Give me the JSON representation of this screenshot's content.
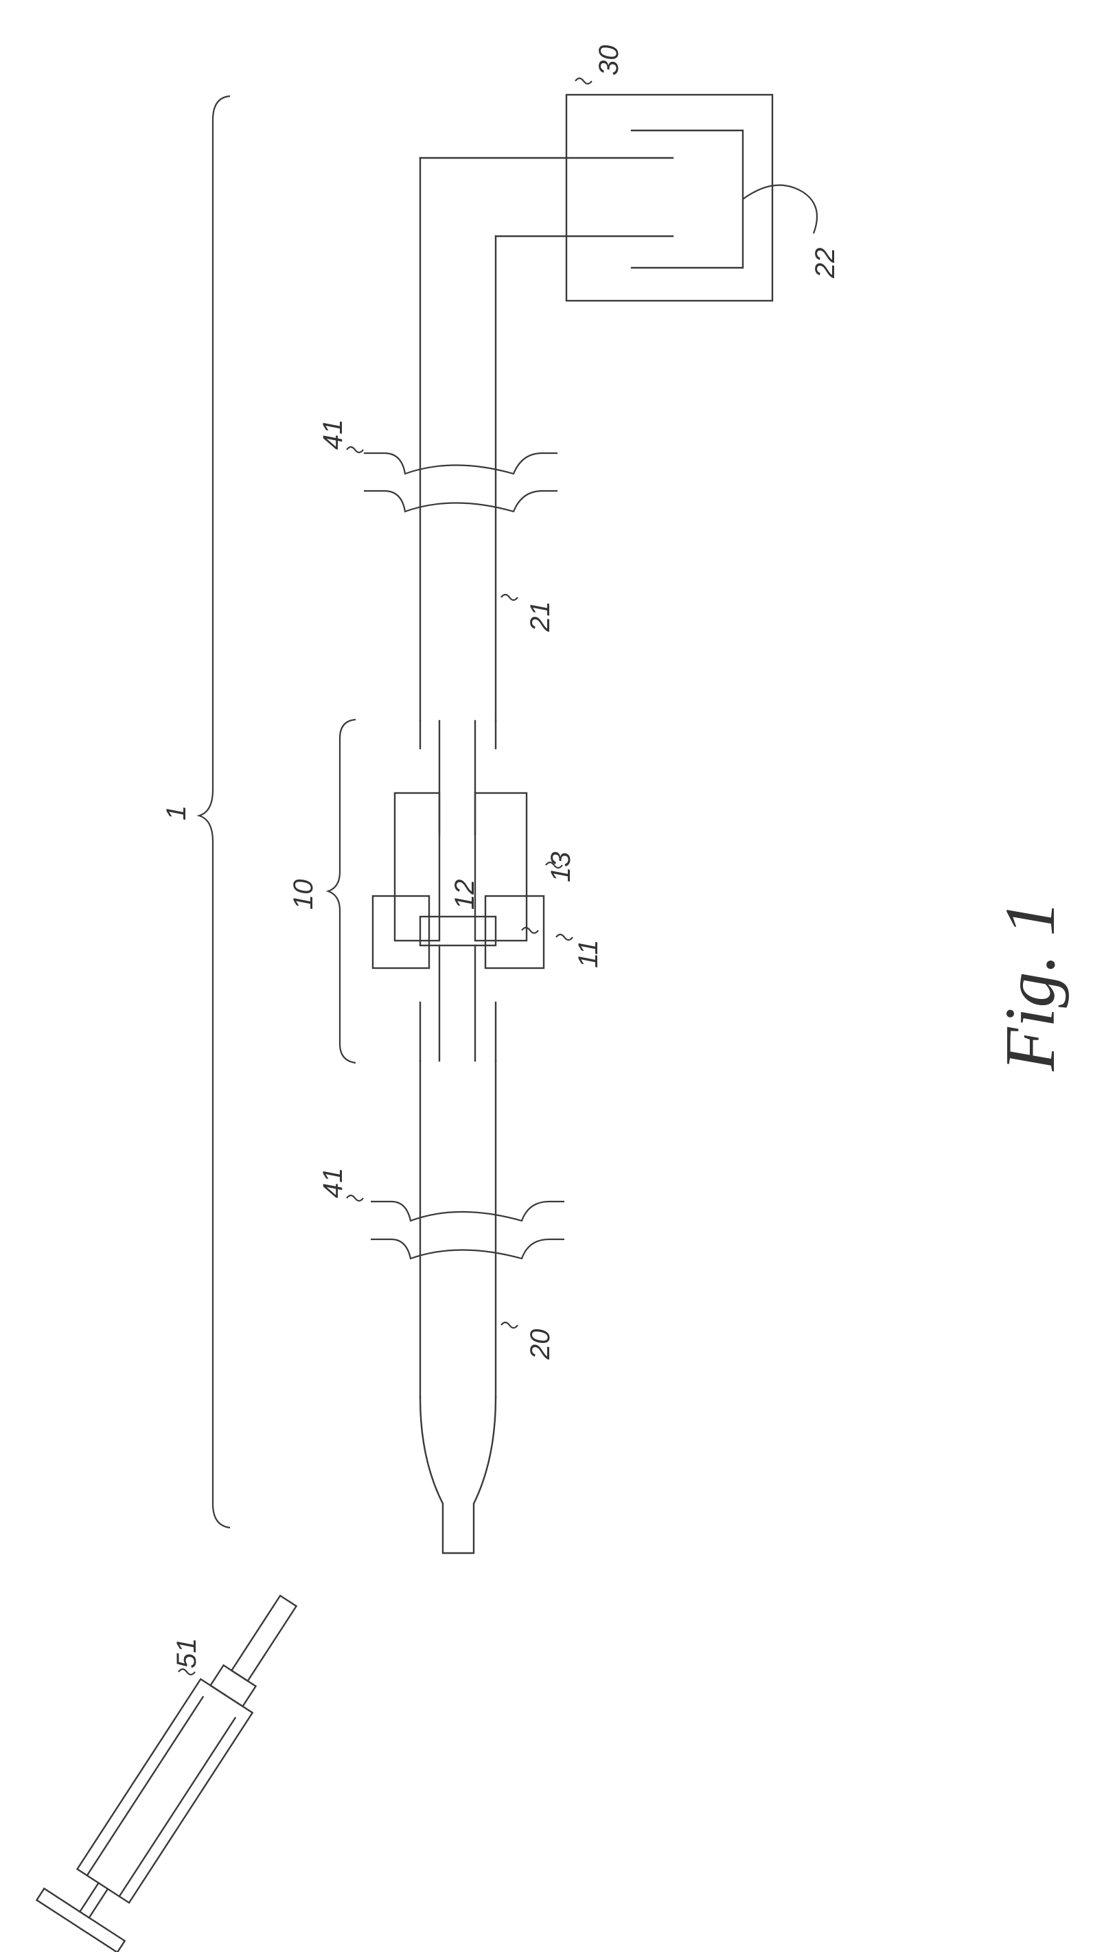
{
  "figure": {
    "caption": "Fig. 1",
    "labels": {
      "system": "1",
      "connector": "10",
      "part_11": "11",
      "part_12": "12",
      "part_13": "13",
      "tube_20": "20",
      "tube_21": "21",
      "part_22": "22",
      "box_30": "30",
      "break_41_lower": "41",
      "break_41_upper": "41",
      "syringe_51": "51"
    }
  }
}
